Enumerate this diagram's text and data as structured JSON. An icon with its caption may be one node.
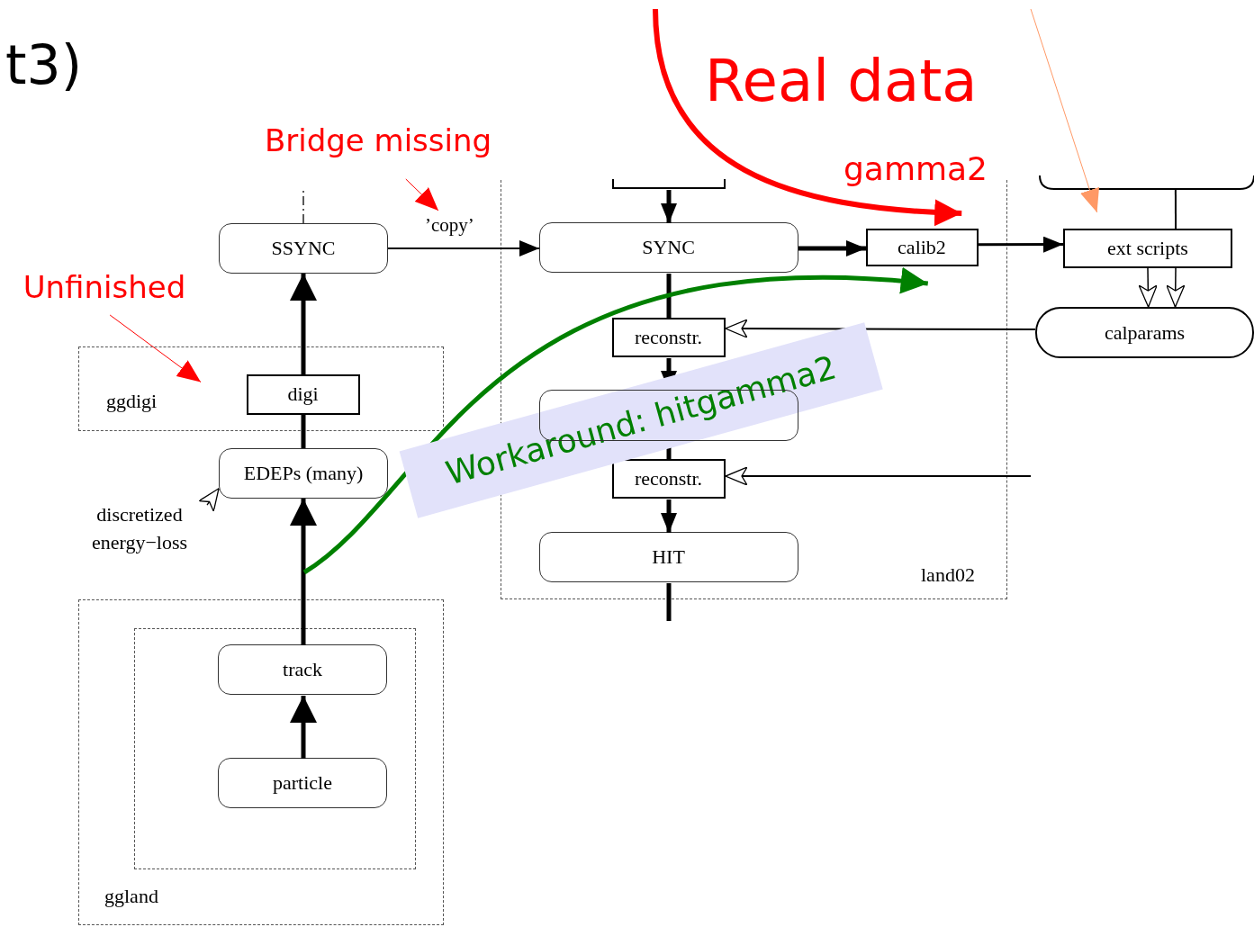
{
  "diagram": {
    "nodes": [
      {
        "text": [
          "SSYNC"
        ]
      },
      {
        "text": [
          "ggdigi"
        ]
      },
      {
        "text": [
          "digi"
        ],
        "in": 1
      },
      {
        "text": [
          "EDEPs (many)"
        ]
      },
      {
        "text": [
          "discretized energy−loss"
        ]
      },
      {
        "text": [
          "ggland"
        ]
      },
      {
        "text": [],
        "shape": "box",
        "in": 5
      },
      {
        "text": [
          "track"
        ],
        "in": 6
      },
      {
        "text": [
          "particle"
        ],
        "in": 6
      },
      {
        "text": [
          "land02"
        ]
      },
      {
        "text": [
          "SYNC"
        ],
        "in": 9
      },
      {
        "text": [
          "calib2"
        ],
        "in": 9
      },
      {
        "text": [
          "reconstr."
        ],
        "in": 9
      },
      {
        "text": [],
        "shape": "box",
        "in": 9
      },
      {
        "text": [
          "reconstr."
        ],
        "in": 9
      },
      {
        "text": [
          "HIT"
        ],
        "in": 9
      },
      {
        "text": [
          "ext scripts"
        ]
      },
      {
        "text": [
          "calparams"
        ]
      },
      {
        "text": [],
        "shape": "bar",
        "in": 9
      },
      {
        "text": [],
        "shape": "bar"
      },
      {
        "text": [
          "Bridge missing"
        ]
      },
      {
        "text": [
          "Unfinished"
        ]
      }
    ],
    "edges": [
      {
        "from": 0,
        "to": 10,
        "arrow": "to",
        "label": "’copy’"
      },
      {
        "from": 3,
        "to": 2,
        "arrow": "none"
      },
      {
        "from": 2,
        "to": 0,
        "arrow": "to"
      },
      {
        "from": 7,
        "to": 3,
        "arrow": "to"
      },
      {
        "from": 8,
        "to": 7,
        "arrow": "to"
      },
      {
        "from": 4,
        "to": 3,
        "arrow": "to"
      },
      {
        "from": 18,
        "to": 10,
        "arrow": "to"
      },
      {
        "from": 10,
        "to": 11,
        "arrow": "to"
      },
      {
        "from": 11,
        "to": 16,
        "arrow": "to"
      },
      {
        "from": 19,
        "to": 16,
        "arrow": "none"
      },
      {
        "from": 16,
        "to": 17,
        "arrow": "to"
      },
      {
        "from": 16,
        "to": 17,
        "arrow": "to"
      },
      {
        "from": 17,
        "to": 12,
        "arrow": "to"
      },
      {
        "from": 10,
        "to": 12,
        "arrow": "none"
      },
      {
        "from": 12,
        "to": 13,
        "arrow": "to"
      },
      {
        "from": 13,
        "to": 14,
        "arrow": "none"
      },
      {
        "from": null,
        "to": 14,
        "arrow": "to"
      },
      {
        "from": 14,
        "to": 15,
        "arrow": "to"
      },
      {
        "from": 15,
        "to": null,
        "arrow": "none"
      },
      {
        "from": null,
        "to": 11,
        "arrow": "to",
        "color": "#ff0000"
      },
      {
        "from": null,
        "to": 16,
        "arrow": "to",
        "color": "#ff9966"
      },
      {
        "from": 20,
        "to": null,
        "arrow": "to",
        "color": "#ff0000"
      },
      {
        "from": 21,
        "to": 1,
        "arrow": "to",
        "color": "#ff0000"
      },
      {
        "from": null,
        "to": 11,
        "arrow": "to",
        "color": "#008000",
        "label": "Workaround: hitgamma2"
      },
      {
        "from": 0,
        "to": null,
        "arrow": "none",
        "style": "dashed"
      }
    ],
    "labels": [
      "t3)",
      "Real data",
      "gamma2"
    ]
  }
}
